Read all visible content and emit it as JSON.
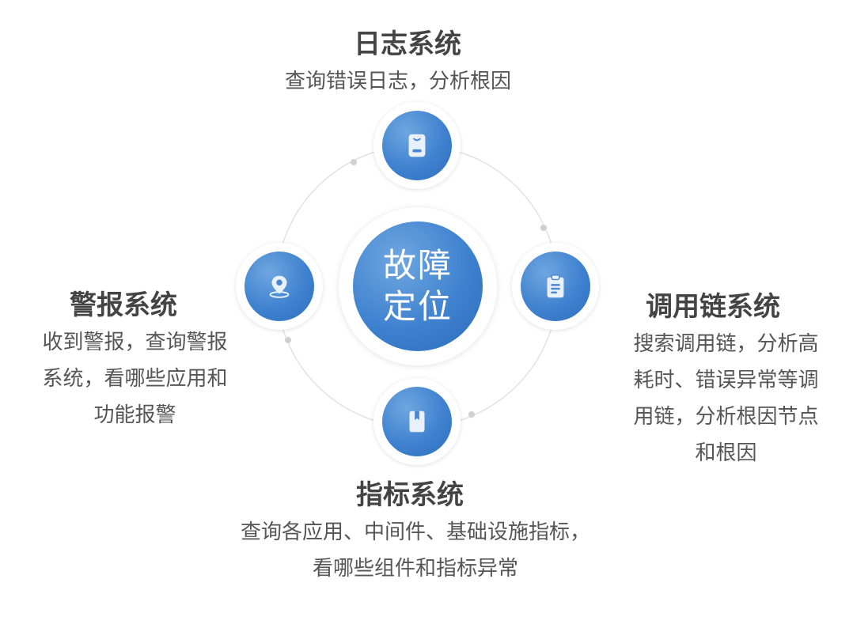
{
  "center": {
    "line1": "故障",
    "line2": "定位"
  },
  "nodes": {
    "logs": {
      "title": "日志系统",
      "desc": [
        "查询错误日志，分析根因"
      ],
      "icon": "id-badge-icon"
    },
    "alerts": {
      "title": "警报系统",
      "desc": [
        "收到警报，查询警报",
        "系统，看哪些应用和",
        "功能报警"
      ],
      "icon": "location-pin-icon"
    },
    "tracing": {
      "title": "调用链系统",
      "desc": [
        "搜索调用链，分析高",
        "耗时、错误异常等调",
        "用链，分析根因节点",
        "和根因"
      ],
      "icon": "clipboard-icon"
    },
    "metrics": {
      "title": "指标系统",
      "desc": [
        "查询各应用、中间件、基础设施指标，",
        "看哪些组件和指标异常"
      ],
      "icon": "bookmark-icon"
    }
  },
  "colors": {
    "node_blue": "#3f82cf",
    "text_dark": "#444444",
    "text_body": "#555555"
  }
}
